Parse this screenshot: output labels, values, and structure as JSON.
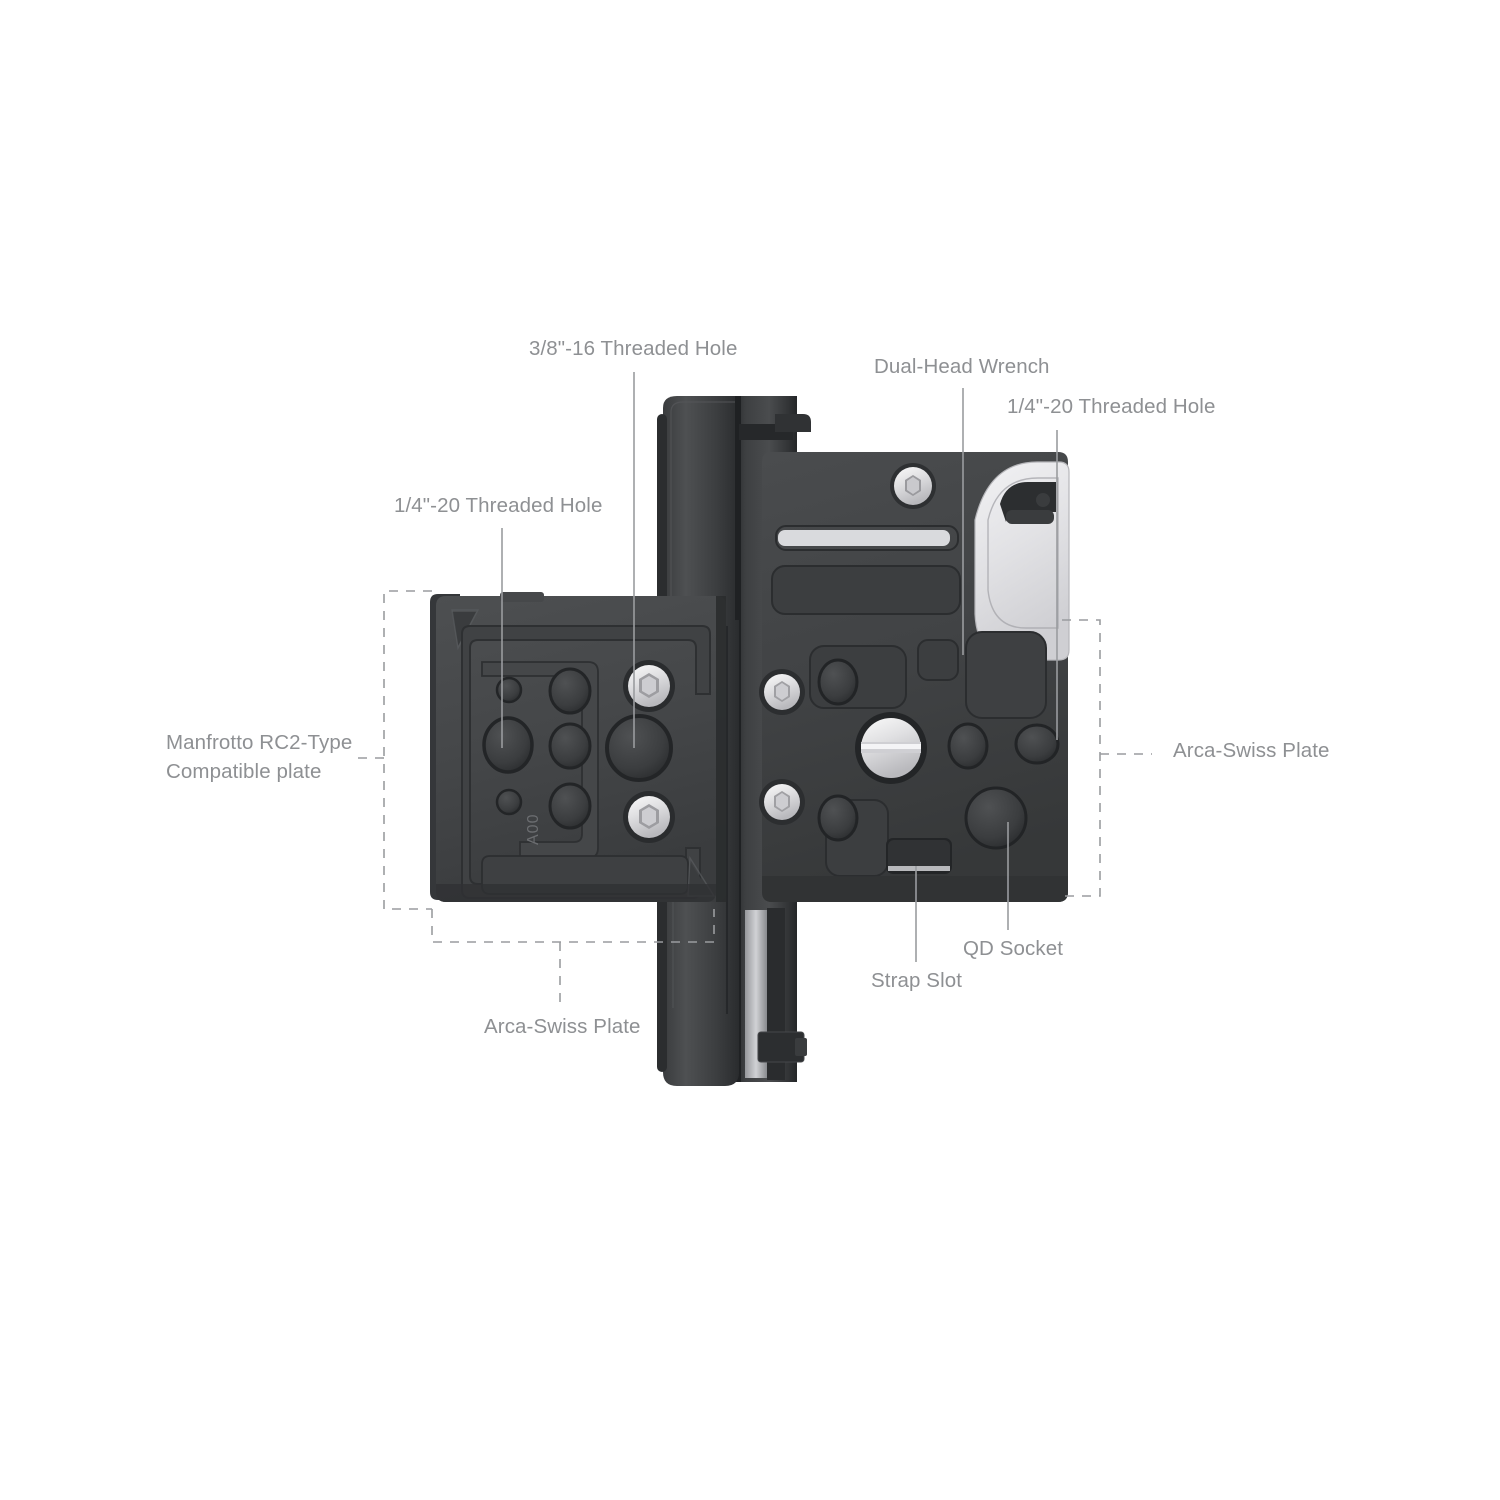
{
  "diagram": {
    "title": "SmallRig camera L-bracket / quick release plate system — exploded feature callout diagram",
    "background_color": "#ffffff",
    "label_color": "#8e9093",
    "leader_line_color": "#9a9c9f",
    "dashed_box_color": "#9a9c9f",
    "body_dark": "#3a3c3e",
    "body_mid": "#4a4c4e",
    "body_shadow": "#232527",
    "metal_silver": "#e8e8ea",
    "engraved_text": "A00"
  },
  "callouts": [
    {
      "id": "threaded-38-16",
      "text": "3/8\"-16 Threaded Hole"
    },
    {
      "id": "threaded-14-20-left",
      "text": "1/4\"-20 Threaded Hole"
    },
    {
      "id": "dual-head-wrench",
      "text": "Dual-Head Wrench"
    },
    {
      "id": "threaded-14-20-right",
      "text": "1/4\"-20 Threaded Hole"
    },
    {
      "id": "manfrotto-plate",
      "text": "Manfrotto RC2-Type Compatible plate"
    },
    {
      "id": "arca-swiss-right",
      "text": "Arca-Swiss Plate"
    },
    {
      "id": "qd-socket",
      "text": "QD Socket"
    },
    {
      "id": "strap-slot",
      "text": "Strap Slot"
    },
    {
      "id": "arca-swiss-bottom",
      "text": "Arca-Swiss Plate"
    }
  ],
  "labels": {
    "threaded_38_16": "3/8\"-16 Threaded Hole",
    "threaded_14_20_left": "1/4\"-20 Threaded Hole",
    "dual_head_wrench": "Dual-Head Wrench",
    "threaded_14_20_right": "1/4\"-20 Threaded Hole",
    "manfrotto_line1": "Manfrotto RC2-Type",
    "manfrotto_line2": "Compatible plate",
    "arca_swiss_right": "Arca-Swiss Plate",
    "qd_socket": "QD Socket",
    "strap_slot": "Strap Slot",
    "arca_swiss_bottom": "Arca-Swiss Plate",
    "engraving": "A00"
  }
}
